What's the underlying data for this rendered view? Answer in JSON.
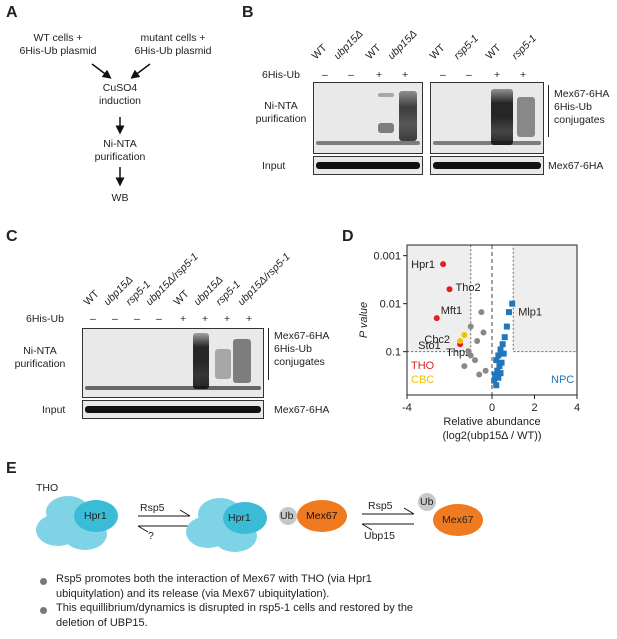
{
  "panels": {
    "A": "A",
    "B": "B",
    "C": "C",
    "D": "D",
    "E": "E"
  },
  "panelA": {
    "wt": "WT cells +\n6His-Ub plasmid",
    "mut": "mutant cells +\n6His-Ub plasmid",
    "cuso4": "CuSO4\ninduction",
    "nintа": "Ni-NTA\npurification",
    "wb": "WB"
  },
  "panelB": {
    "lanes_left": [
      "WT",
      "ubp15Δ",
      "WT",
      "ubp15Δ"
    ],
    "lanes_right": [
      "WT",
      "rsp5-1",
      "WT",
      "rsp5-1"
    ],
    "his_label": "6His-Ub",
    "his_left": [
      "–",
      "–",
      "+",
      "+"
    ],
    "his_right": [
      "–",
      "–",
      "+",
      "+"
    ],
    "nintа_label": "Ni-NTA\npurification",
    "conj_label": "Mex67-6HA\n6His-Ub\nconjugates",
    "input_label": "Input",
    "mex_label": "Mex67-6HA"
  },
  "panelC": {
    "lanes": [
      "WT",
      "ubp15Δ",
      "rsp5-1",
      "ubp15Δ/rsp5-1",
      "WT",
      "ubp15Δ",
      "rsp5-1",
      "ubp15Δ/rsp5-1"
    ],
    "his_label": "6His-Ub",
    "his": [
      "–",
      "–",
      "–",
      "–",
      "+",
      "+",
      "+",
      "+"
    ],
    "nintа_label": "Ni-NTA\npurification",
    "conj_label": "Mex67-6HA\n6His-Ub\nconjugates",
    "input_label": "Input",
    "mex_label": "Mex67-6HA"
  },
  "chart_data": {
    "type": "scatter",
    "xlabel": "Relative abundance",
    "xlabel2": "(log2(ubp15Δ / WT))",
    "ylabel": "P value",
    "xlim": [
      -4,
      4
    ],
    "xticks": [
      "-4",
      "0",
      "2",
      "4"
    ],
    "yticks": [
      "0.001",
      "0.01",
      "0.1"
    ],
    "series": [
      {
        "name": "THO",
        "color": "#e02020",
        "points": [
          {
            "x": -2.3,
            "y": 0.0015,
            "label": "Hpr1"
          },
          {
            "x": -2.0,
            "y": 0.005,
            "label": "Tho2"
          },
          {
            "x": -2.6,
            "y": 0.02,
            "label": "Mft1"
          },
          {
            "x": -1.5,
            "y": 0.07,
            "label": "Thp2"
          }
        ]
      },
      {
        "name": "CBC",
        "color": "#f2c200",
        "points": [
          {
            "x": -1.3,
            "y": 0.045,
            "label": "Cbc2"
          },
          {
            "x": -1.5,
            "y": 0.06,
            "label": "Sto1"
          }
        ]
      },
      {
        "name": "NPC",
        "color": "#2277bb",
        "points": [
          {
            "x": 0.95,
            "y": 0.01,
            "label": "Mlp1"
          },
          {
            "x": 0.8,
            "y": 0.015
          },
          {
            "x": 0.7,
            "y": 0.03
          },
          {
            "x": 0.6,
            "y": 0.05
          },
          {
            "x": 0.5,
            "y": 0.07
          },
          {
            "x": 0.4,
            "y": 0.09
          },
          {
            "x": 0.3,
            "y": 0.12
          },
          {
            "x": 0.2,
            "y": 0.15
          },
          {
            "x": 0.35,
            "y": 0.2
          },
          {
            "x": 0.25,
            "y": 0.25
          },
          {
            "x": 0.15,
            "y": 0.3
          },
          {
            "x": 0.45,
            "y": 0.17
          },
          {
            "x": 0.55,
            "y": 0.11
          },
          {
            "x": 0.3,
            "y": 0.35
          },
          {
            "x": 0.1,
            "y": 0.4
          },
          {
            "x": 0.2,
            "y": 0.5
          },
          {
            "x": 0.4,
            "y": 0.28
          }
        ]
      },
      {
        "name": "other",
        "color": "#888888",
        "points": [
          {
            "x": -0.5,
            "y": 0.015
          },
          {
            "x": -1.0,
            "y": 0.03
          },
          {
            "x": -0.4,
            "y": 0.04
          },
          {
            "x": -1.1,
            "y": 0.1
          },
          {
            "x": -0.8,
            "y": 0.15
          },
          {
            "x": -1.3,
            "y": 0.2
          },
          {
            "x": -0.7,
            "y": 0.06
          },
          {
            "x": -0.3,
            "y": 0.25
          },
          {
            "x": -0.6,
            "y": 0.3
          },
          {
            "x": -1.0,
            "y": 0.12
          }
        ]
      }
    ],
    "legend": [
      "THO",
      "CBC",
      "NPC"
    ]
  },
  "panelE": {
    "tho": "THO",
    "hpr1a": "Hpr1",
    "rsp5a": "Rsp5",
    "q": "?",
    "hpr1b": "Hpr1",
    "ub1": "Ub",
    "mex1": "Mex67",
    "rsp5b": "Rsp5",
    "ubp15": "Ubp15",
    "ub2": "Ub",
    "mex2": "Mex67",
    "bullet1a": "Rsp5 promotes both the interaction of Mex67 with THO (via Hpr1",
    "bullet1b": "ubiquitylation) and its release (via Mex67 ubiquitylation).",
    "bullet2a": "This equillibrium/dynamics is disrupted in rsp5-1 cells and restored by the",
    "bullet2b": "deletion of UBP15."
  },
  "colors": {
    "tho": "#3bbcd6",
    "tho_light": "#7fd3e6",
    "mex67": "#f07a1f",
    "ub": "#c8c8c8",
    "npc": "#2277bb",
    "thoRed": "#e02020",
    "cbc": "#f2c200"
  }
}
